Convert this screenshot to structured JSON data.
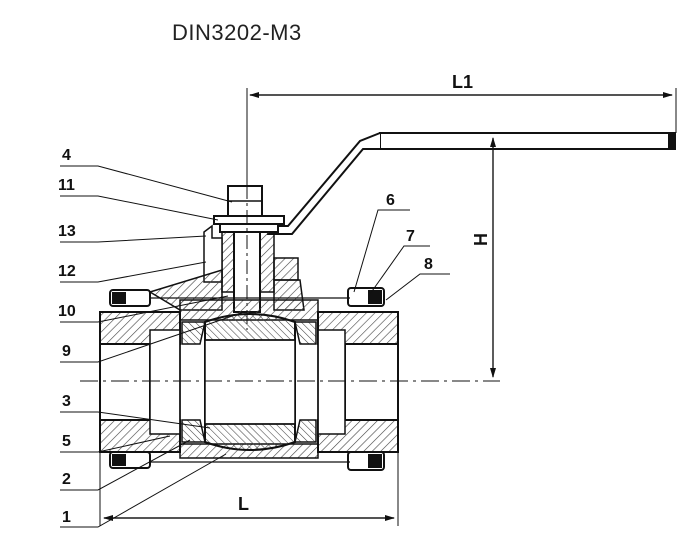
{
  "title": "DIN3202-M3",
  "dimensions": {
    "l1": "L1",
    "h": "H",
    "l": "L"
  },
  "callouts": {
    "c1": "1",
    "c2": "2",
    "c3": "3",
    "c4": "4",
    "c5": "5",
    "c6": "6",
    "c7": "7",
    "c8": "8",
    "c9": "9",
    "c10": "10",
    "c11": "11",
    "c12": "12",
    "c13": "13"
  }
}
